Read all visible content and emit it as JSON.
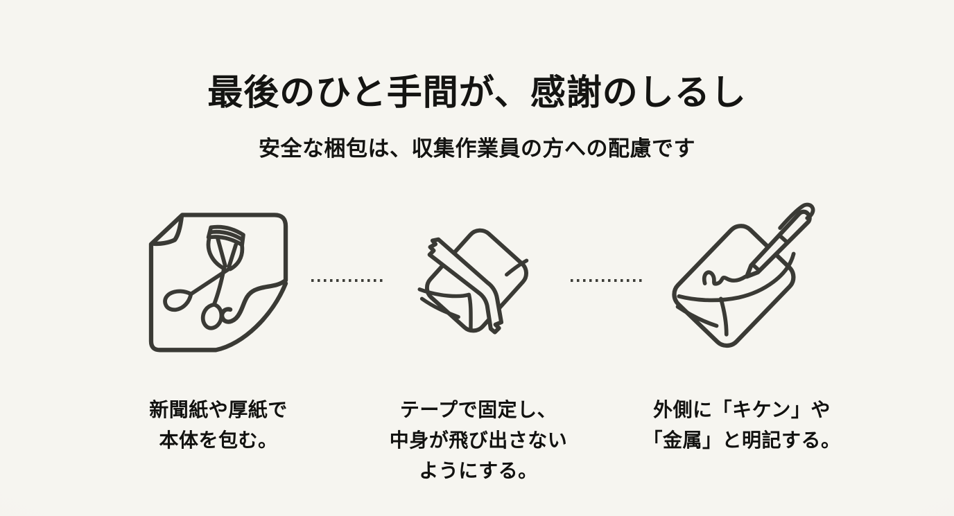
{
  "page": {
    "title": "最後のひと手間が、感謝のしるし",
    "subtitle": "安全な梱包は、収集作業員の方への配慮です",
    "background_color": "#f5f4ef",
    "text_color": "#141412",
    "icon_stroke_color": "#3a3a35"
  },
  "steps": [
    {
      "icon": "newspaper-wrap-icon",
      "caption_lines": [
        "新聞紙や厚紙で",
        "本体を包む。"
      ]
    },
    {
      "icon": "taped-package-icon",
      "caption_lines": [
        "テープで固定し、",
        "中身が飛び出さない",
        "ようにする。"
      ]
    },
    {
      "icon": "labeled-package-icon",
      "caption_lines": [
        "外側に「キケン」や",
        "「金属」と明記する。"
      ]
    }
  ],
  "connector": {
    "style": "dotted",
    "dot_count": 12,
    "dot_color": "#3e3e39"
  }
}
